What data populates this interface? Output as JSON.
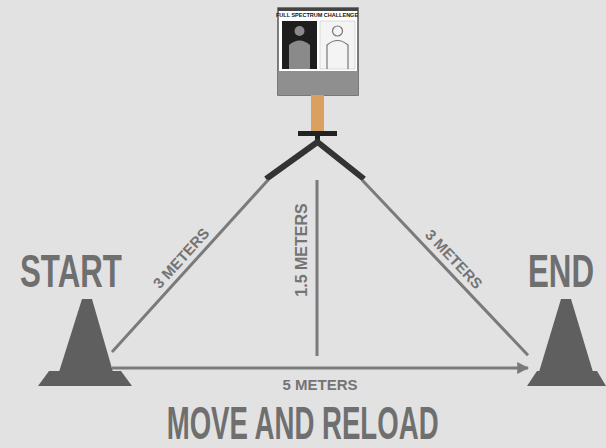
{
  "diagram": {
    "title": "MOVE AND RELOAD",
    "nodes": [
      {
        "text": [
          "START"
        ]
      },
      {
        "text": [
          "FULL SPECTRUM CHALLENGE"
        ]
      },
      {
        "text": [
          "END"
        ]
      }
    ],
    "edges": [
      {
        "from": 0,
        "to": 1,
        "label": "3 METERS",
        "arrow": "none"
      },
      {
        "from": 1,
        "to": 2,
        "label": "3 METERS",
        "arrow": "none"
      },
      {
        "from": 0,
        "to": 2,
        "label": "5 METERS",
        "arrow": "to"
      }
    ],
    "labels": [
      "1.5 METERS"
    ]
  }
}
